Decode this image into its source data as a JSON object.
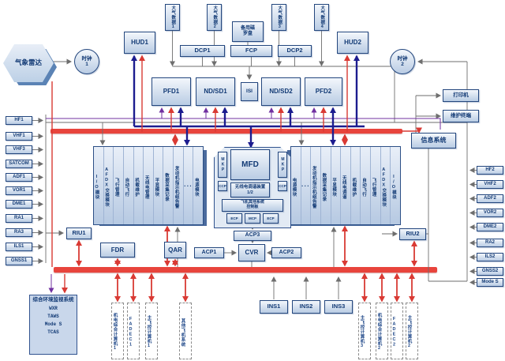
{
  "colors": {
    "bus_red": "#e8443c",
    "arrow_navy": "#1c1c8f",
    "arrow_purple": "#7030a0",
    "line_gray": "#6e6e6e",
    "node_border": "#24477e",
    "node_fill": "#cfdcee"
  },
  "radar": {
    "label": "气象雷达"
  },
  "clocks": {
    "clock1": "时钟\n1",
    "clock2": "时钟\n2"
  },
  "huds": {
    "hud1": "HUD1",
    "hud2": "HUD2"
  },
  "air_data": [
    "大气数据1",
    "大气数据2",
    "大气数据3",
    "大气数据4"
  ],
  "compass": {
    "label": "备用磁\n罗盘"
  },
  "control_panels": {
    "dcp1": "DCP1",
    "fcp": "FCP",
    "dcp2": "DCP2"
  },
  "displays": {
    "pfd1": "PFD1",
    "ndsd1": "ND/SD1",
    "isi": "ISI",
    "ndsd2": "ND/SD2",
    "pfd2": "PFD2"
  },
  "peripherals": {
    "printer": "打印机",
    "terminal": "维护终端",
    "info": "信息系统"
  },
  "left_radios": [
    "HF1",
    "VHF1",
    "VHF3",
    "SATCOM",
    "ADF1",
    "VOR1",
    "DME1",
    "RA1",
    "RA3",
    "ILS1",
    "GNSS1"
  ],
  "right_radios": [
    "HF2",
    "VHF2",
    "ADF2",
    "VOR2",
    "DME2",
    "RA2",
    "ILS2",
    "GNSS2",
    "Mode S"
  ],
  "cabinet_left": [
    "I/O模块",
    "AFDX交换模块",
    "飞行管理",
    "自动飞行",
    "机载维护",
    "无线电管理",
    "平显模块",
    "数据采集记录",
    "发动机指示机组告警",
    "···",
    "电源模块"
  ],
  "cabinet_right": [
    "电源模块",
    "···",
    "发动机指示机组告警",
    "数据采集记录",
    "平显模块",
    "无线电调谐",
    "机载维护",
    "自动飞行",
    "飞行管理",
    "AFDX交换模块",
    "I/O模块"
  ],
  "console": {
    "mfd": "MFD",
    "mkp": "MKP",
    "ccp": "CCP",
    "rtu": "无线电调谐装置\n1/2",
    "other_panel": "飞机其他系统\n控制板",
    "sub_panels": [
      "ECP",
      "MCP",
      "ECP"
    ]
  },
  "recorders": {
    "fdr": "FDR",
    "qar": "QAR",
    "cvr": "CVR"
  },
  "acps": {
    "acp1": "ACP1",
    "acp2": "ACP2",
    "acp3": "ACP3"
  },
  "rius": {
    "riu1": "RIU1",
    "riu2": "RIU2"
  },
  "surveillance": {
    "title": "综合环境监视系统",
    "items": [
      "WXR",
      "TAWS",
      "Mode S",
      "TCAS"
    ]
  },
  "ins": [
    "INS1",
    "INS2",
    "INS3"
  ],
  "bottom_left_systems": [
    "机电综合计算机1",
    "FADEC1",
    "主飞控计算机1",
    "其他飞机系统"
  ],
  "bottom_right_systems": [
    "主飞控计算机3",
    "机电综合计算机2",
    "FADEC2",
    "主飞控计算机2"
  ]
}
